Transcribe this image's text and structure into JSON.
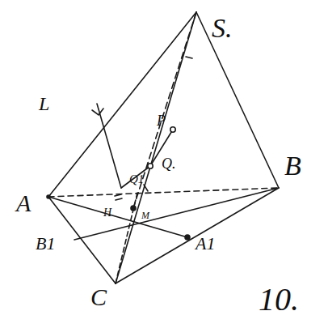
{
  "diagram": {
    "labels": [
      "S.",
      "P",
      "Q.",
      "Q1",
      "L",
      "A",
      "B",
      "C",
      "H",
      "M",
      "B1",
      "A1",
      "10."
    ]
  }
}
